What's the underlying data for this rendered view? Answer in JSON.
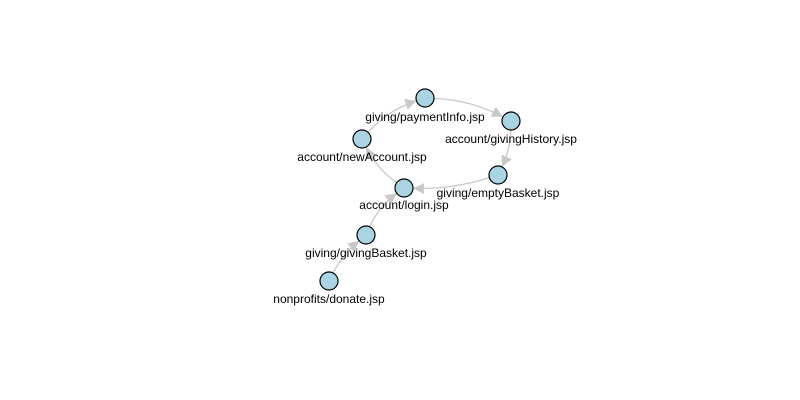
{
  "graph": {
    "node_fill": "#a8d4e3",
    "node_stroke": "#000000",
    "edge_color": "#c8c8c8",
    "nodes": [
      {
        "id": "donate",
        "label": "nonprofits/donate.jsp"
      },
      {
        "id": "basket",
        "label": "giving/givingBasket.jsp"
      },
      {
        "id": "login",
        "label": "account/login.jsp"
      },
      {
        "id": "newAccount",
        "label": "account/newAccount.jsp"
      },
      {
        "id": "paymentInfo",
        "label": "giving/paymentInfo.jsp"
      },
      {
        "id": "history",
        "label": "account/givingHistory.jsp"
      },
      {
        "id": "empty",
        "label": "giving/emptyBasket.jsp"
      }
    ],
    "edges": [
      {
        "from": "donate",
        "to": "basket"
      },
      {
        "from": "basket",
        "to": "login"
      },
      {
        "from": "login",
        "to": "newAccount"
      },
      {
        "from": "newAccount",
        "to": "paymentInfo"
      },
      {
        "from": "paymentInfo",
        "to": "history"
      },
      {
        "from": "history",
        "to": "empty"
      },
      {
        "from": "empty",
        "to": "login"
      }
    ]
  }
}
